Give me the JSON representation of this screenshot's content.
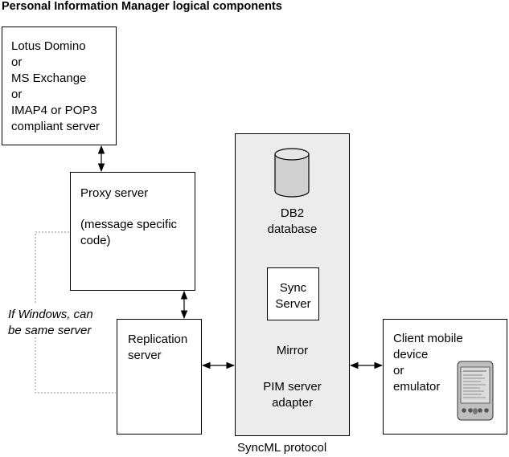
{
  "title": "Personal Information Manager logical components",
  "mail_server": {
    "line1": "Lotus Domino",
    "line2": "or",
    "line3": "MS Exchange",
    "line4": "or",
    "line5": "IMAP4 or POP3",
    "line6": "compliant server"
  },
  "proxy_server": {
    "line1": "Proxy server",
    "line2": "(message specific",
    "line3": "code)"
  },
  "replication_server": {
    "line1": "Replication",
    "line2": "server"
  },
  "windows_note": {
    "line1": "If Windows, can",
    "line2": "be same server"
  },
  "syncml_panel": {
    "db_line1": "DB2",
    "db_line2": "database",
    "sync_line1": "Sync",
    "sync_line2": "Server",
    "mirror": "Mirror",
    "adapter_line1": "PIM server",
    "adapter_line2": "adapter",
    "caption": "SyncML protocol"
  },
  "client": {
    "line1": "Client mobile",
    "line2": "device",
    "line3": "or",
    "line4": "emulator"
  },
  "colors": {
    "panel_fill": "#ececec",
    "cylinder_fill": "#d0d0d0",
    "dash_line": "#888888"
  }
}
